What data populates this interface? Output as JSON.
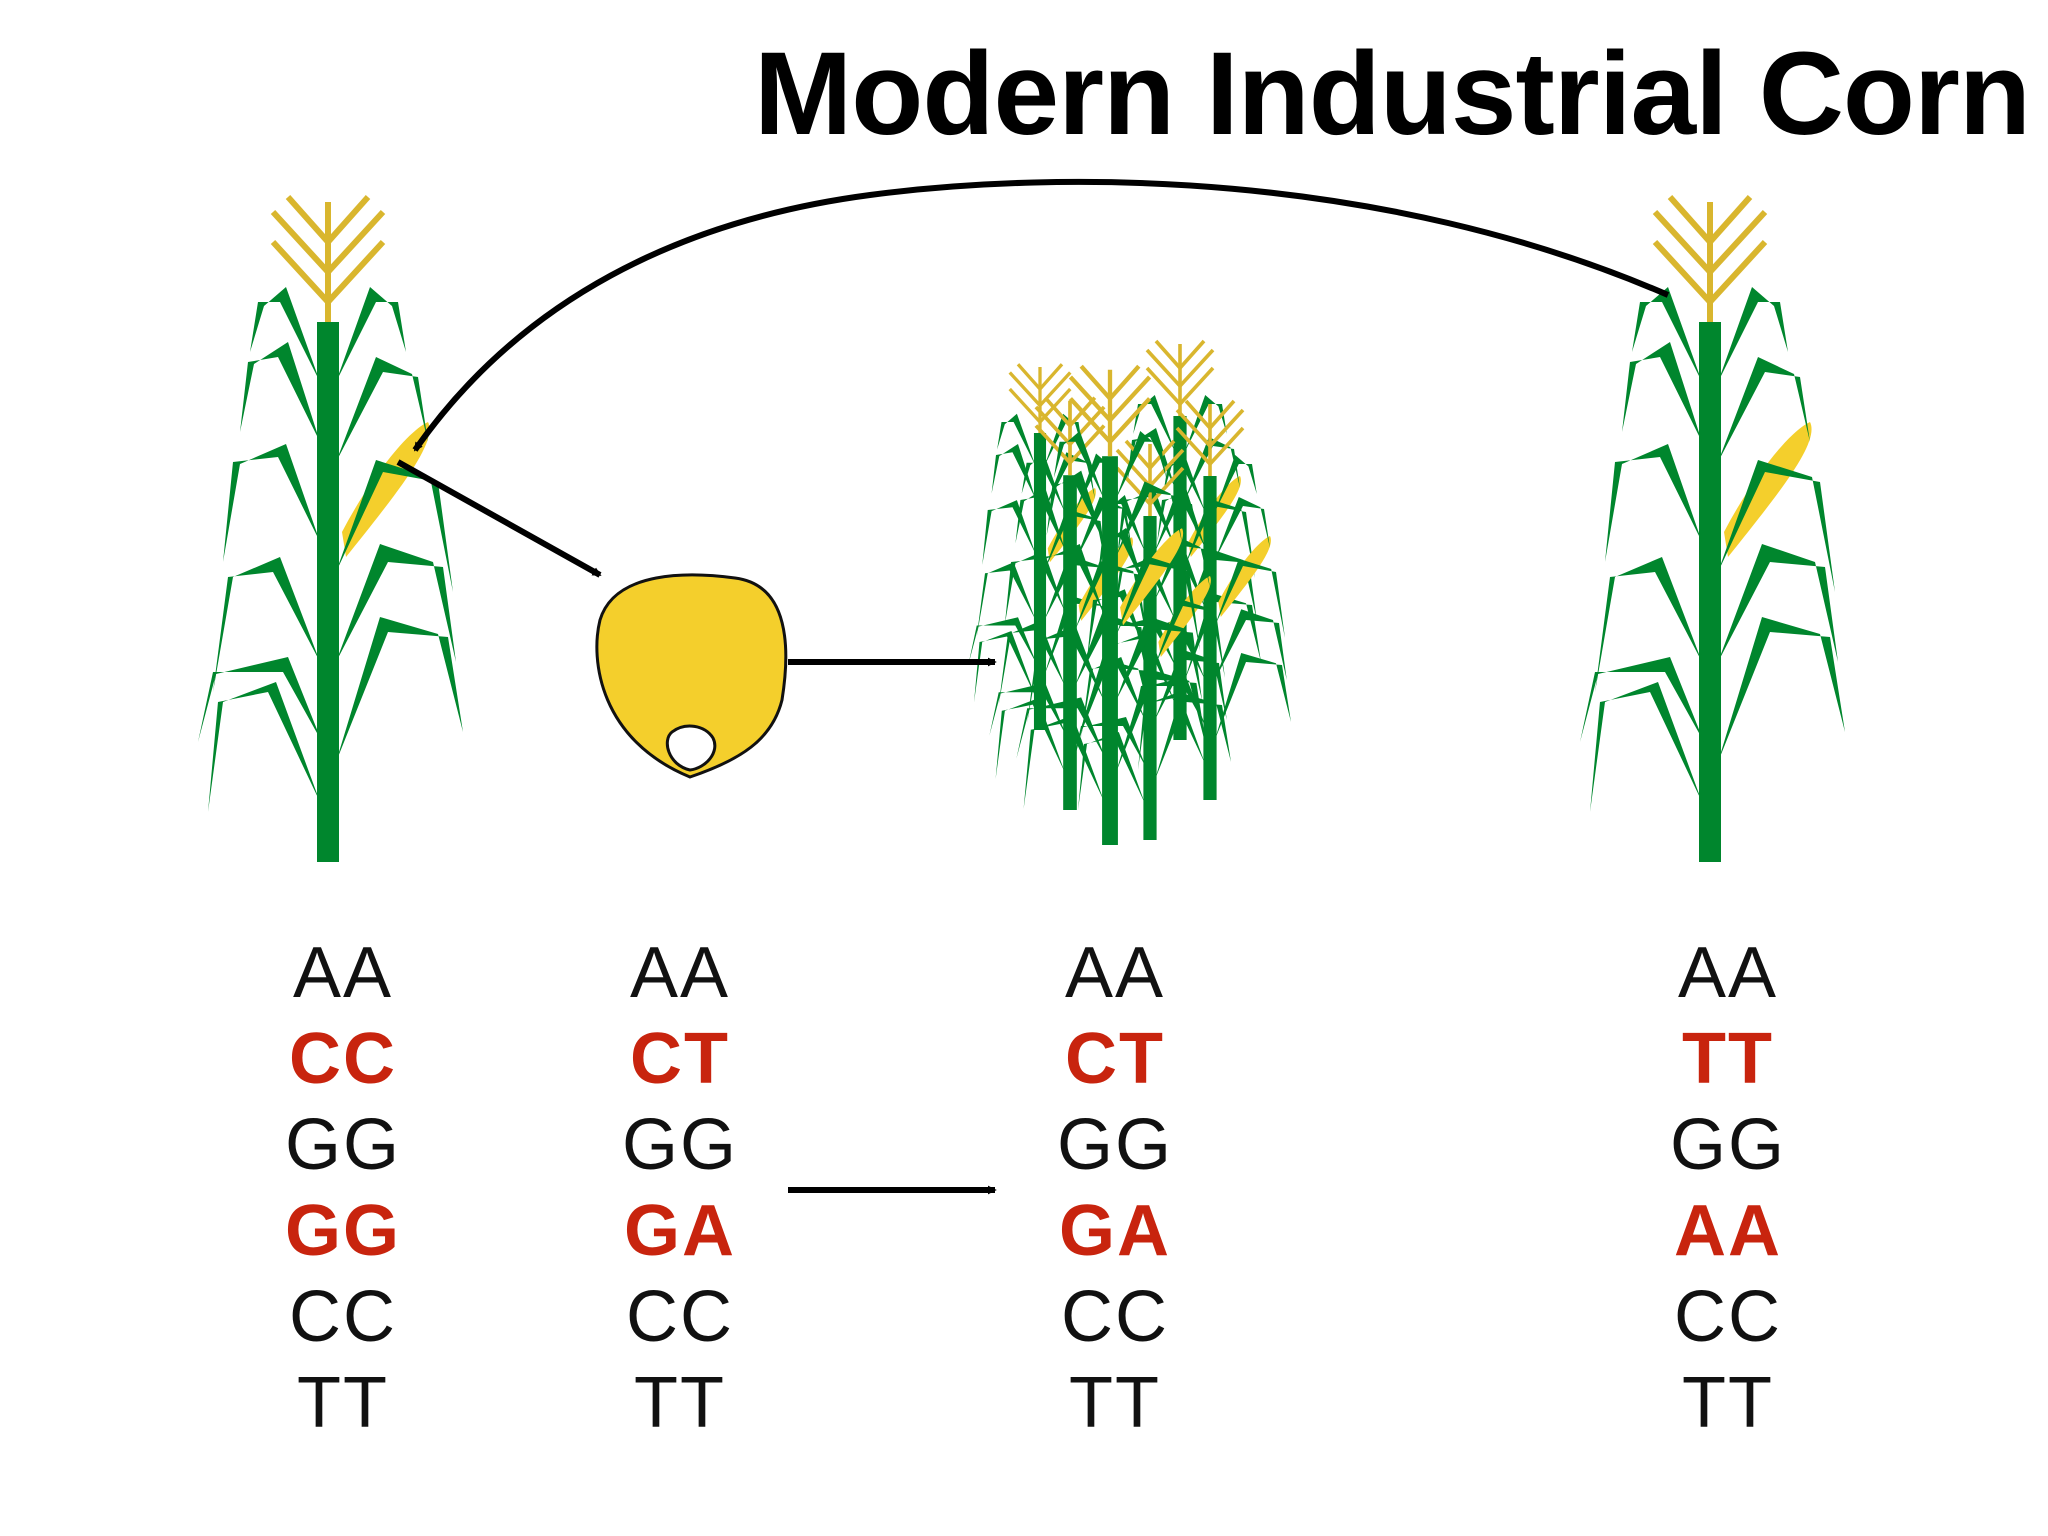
{
  "title": "Modern Industrial Corn",
  "colors": {
    "stalk_green": "#00862d",
    "tassel_gold": "#d9b62e",
    "cob_yellow": "#f4cf2c",
    "highlight_red": "#c8240e",
    "text_black": "#111111"
  },
  "icons": [
    "corn-plant-icon",
    "corn-kernel-icon",
    "corn-field-icon",
    "arrow-icon"
  ],
  "genotypes": [
    {
      "id": "parent-left",
      "lines": [
        {
          "text": "AA",
          "hl": false
        },
        {
          "text": "CC",
          "hl": true
        },
        {
          "text": "GG",
          "hl": false
        },
        {
          "text": "GG",
          "hl": true
        },
        {
          "text": "CC",
          "hl": false
        },
        {
          "text": "TT",
          "hl": false
        }
      ]
    },
    {
      "id": "seed",
      "lines": [
        {
          "text": "AA",
          "hl": false
        },
        {
          "text": "CT",
          "hl": true
        },
        {
          "text": "GG",
          "hl": false
        },
        {
          "text": "GA",
          "hl": true
        },
        {
          "text": "CC",
          "hl": false
        },
        {
          "text": "TT",
          "hl": false
        }
      ]
    },
    {
      "id": "field",
      "lines": [
        {
          "text": "AA",
          "hl": false
        },
        {
          "text": "CT",
          "hl": true
        },
        {
          "text": "GG",
          "hl": false
        },
        {
          "text": "GA",
          "hl": true
        },
        {
          "text": "CC",
          "hl": false
        },
        {
          "text": "TT",
          "hl": false
        }
      ]
    },
    {
      "id": "parent-right",
      "lines": [
        {
          "text": "AA",
          "hl": false
        },
        {
          "text": "TT",
          "hl": true
        },
        {
          "text": "GG",
          "hl": false
        },
        {
          "text": "AA",
          "hl": true
        },
        {
          "text": "CC",
          "hl": false
        },
        {
          "text": "TT",
          "hl": false
        }
      ]
    }
  ]
}
